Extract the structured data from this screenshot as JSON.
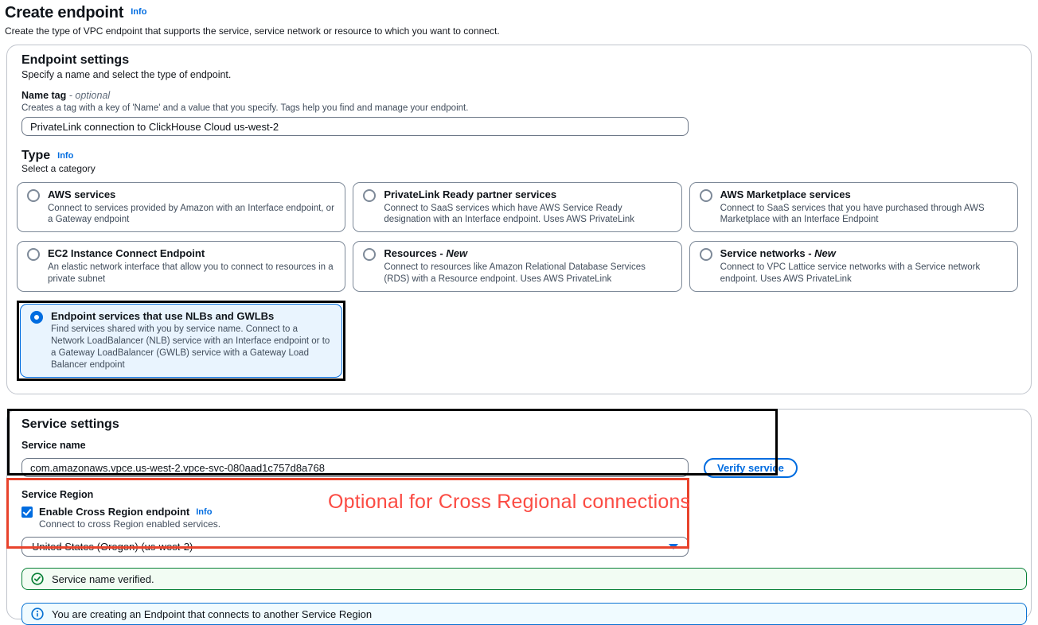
{
  "page": {
    "title": "Create endpoint",
    "title_info": "Info",
    "subtitle": "Create the type of VPC endpoint that supports the service, service network or resource to which you want to connect."
  },
  "endpoint_settings": {
    "heading": "Endpoint settings",
    "description": "Specify a name and select the type of endpoint.",
    "name_tag": {
      "label": "Name tag",
      "optional_suffix": " - optional",
      "help": "Creates a tag with a key of 'Name' and a value that you specify. Tags help you find and manage your endpoint.",
      "value": "PrivateLink connection to ClickHouse Cloud us-west-2"
    },
    "type": {
      "heading": "Type",
      "info": "Info",
      "subtitle": "Select a category",
      "options": [
        {
          "title": "AWS services",
          "new": false,
          "new_label": "",
          "description": "Connect to services provided by Amazon with an Interface endpoint, or a Gateway endpoint",
          "selected": false,
          "annotated": false
        },
        {
          "title": "PrivateLink Ready partner services",
          "new": false,
          "new_label": "",
          "description": "Connect to SaaS services which have AWS Service Ready designation with an Interface endpoint. Uses AWS PrivateLink",
          "selected": false,
          "annotated": false
        },
        {
          "title": "AWS Marketplace services",
          "new": false,
          "new_label": "",
          "description": "Connect to SaaS services that you have purchased through AWS Marketplace with an Interface Endpoint",
          "selected": false,
          "annotated": false
        },
        {
          "title": "EC2 Instance Connect Endpoint",
          "new": false,
          "new_label": "",
          "description": "An elastic network interface that allow you to connect to resources in a private subnet",
          "selected": false,
          "annotated": false
        },
        {
          "title": "Resources",
          "new": true,
          "new_label": "New",
          "description": "Connect to resources like Amazon Relational Database Services (RDS) with a Resource endpoint. Uses AWS PrivateLink",
          "selected": false,
          "annotated": false
        },
        {
          "title": "Service networks",
          "new": true,
          "new_label": "New",
          "description": "Connect to VPC Lattice service networks with a Service network endpoint. Uses AWS PrivateLink",
          "selected": false,
          "annotated": false
        },
        {
          "title": "Endpoint services that use NLBs and GWLBs",
          "new": false,
          "new_label": "",
          "description": "Find services shared with you by service name. Connect to a Network LoadBalancer (NLB) service with an Interface endpoint or to a Gateway LoadBalancer (GWLB) service with a Gateway Load Balancer endpoint",
          "selected": true,
          "annotated": true
        }
      ]
    }
  },
  "service_settings": {
    "heading": "Service settings",
    "service_name": {
      "label": "Service name",
      "value": "com.amazonaws.vpce.us-west-2.vpce-svc-080aad1c757d8a768"
    },
    "verify_button": "Verify service",
    "service_region": {
      "label": "Service Region",
      "checkbox_label": "Enable Cross Region endpoint",
      "checkbox_info": "Info",
      "checkbox_checked": true,
      "help": "Connect to cross Region enabled services.",
      "selected_region": "United States (Oregon) (us-west-2)"
    },
    "banners": {
      "success": "Service name verified.",
      "info": "You are creating an Endpoint that connects to another Service Region"
    }
  },
  "annotation": {
    "cross_region_note": "Optional for Cross Regional connections",
    "note_color": "#fb4b43",
    "box_color": "#e8432c"
  },
  "colors": {
    "accent": "#006ce0",
    "link": "#006ce0",
    "selected_tile_bg": "#e9f4fe",
    "success_border": "#067f35",
    "success_bg": "#f2fcf3",
    "info_border": "#0972d3",
    "info_bg": "#f0fbff"
  }
}
